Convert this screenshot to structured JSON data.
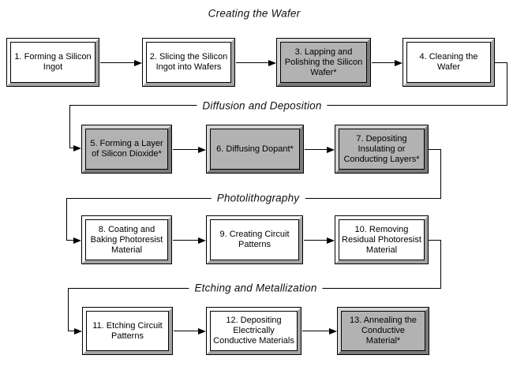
{
  "diagram": {
    "sections": [
      {
        "title": "Creating the Wafer"
      },
      {
        "title": "Diffusion and Deposition"
      },
      {
        "title": "Photolithography"
      },
      {
        "title": "Etching and Metallization"
      }
    ],
    "steps": [
      {
        "label": "1. Forming a Silicon\nIngot",
        "shaded": false
      },
      {
        "label": "2. Slicing the Silicon\nIngot into Wafers",
        "shaded": false
      },
      {
        "label": "3. Lapping and\nPolishing the Silicon\nWafer*",
        "shaded": true
      },
      {
        "label": "4. Cleaning the\nWafer",
        "shaded": false
      },
      {
        "label": "5. Forming a Layer\nof Silicon Dioxide*",
        "shaded": true
      },
      {
        "label": "6. Diffusing Dopant*",
        "shaded": true
      },
      {
        "label": "7. Depositing\nInsulating or\nConducting Layers*",
        "shaded": true
      },
      {
        "label": "8. Coating and\nBaking Photoresist\nMaterial",
        "shaded": false
      },
      {
        "label": "9. Creating Circuit\nPatterns",
        "shaded": false
      },
      {
        "label": "10. Removing\nResidual Photoresist\nMaterial",
        "shaded": false
      },
      {
        "label": "11. Etching Circuit\nPatterns",
        "shaded": false
      },
      {
        "label": "12. Depositing\nElectrically\nConductive Materials",
        "shaded": false
      },
      {
        "label": "13. Annealing the\nConductive Material*",
        "shaded": true
      }
    ],
    "colors": {
      "shaded_fill": "#b2b2b2",
      "plain_fill": "#ffffff",
      "line": "#000000"
    }
  }
}
